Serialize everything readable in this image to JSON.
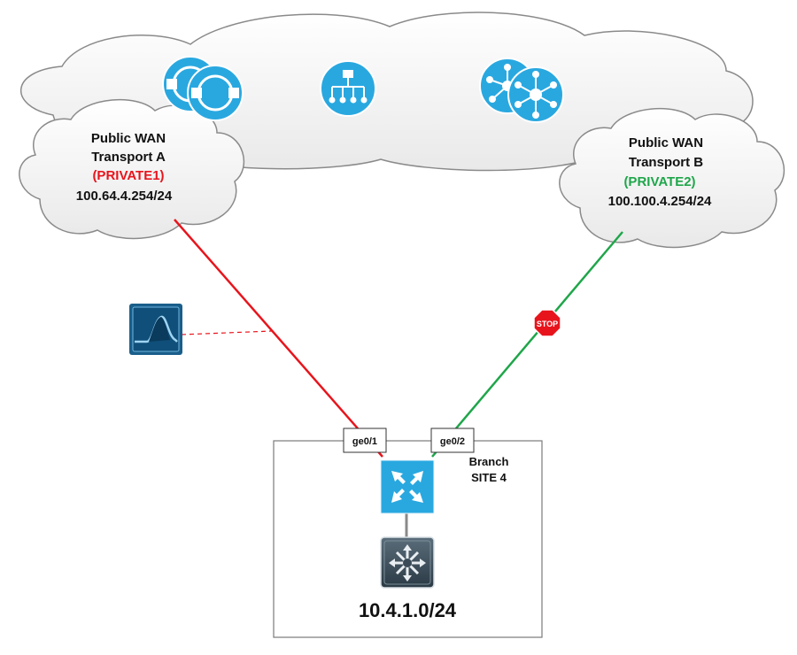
{
  "transport_a": {
    "line1": "Public WAN",
    "line2": "Transport A",
    "color_name": "(PRIVATE1)",
    "address": "100.64.4.254/24",
    "color_hex": "#e8141c"
  },
  "transport_b": {
    "line1": "Public WAN",
    "line2": "Transport B",
    "color_name": "(PRIVATE2)",
    "address": "100.100.4.254/24",
    "color_hex": "#1fa64a"
  },
  "interfaces": {
    "ge_a": "ge0/1",
    "ge_b": "ge0/2"
  },
  "branch": {
    "line1": "Branch",
    "line2": "SITE 4",
    "subnet": "10.4.1.0/24"
  },
  "stop_sign": {
    "label": "STOP"
  },
  "icons": {
    "controllers": "vsmart-controller-icon",
    "orchestrator": "vbond-orchestrator-icon",
    "manager": "vmanage-icon",
    "router": "router-icon",
    "switch": "layer3-switch-icon",
    "capture": "wireshark-capture-icon"
  },
  "colors": {
    "icon_blue": "#29a8e0",
    "capture_tap": "#e8141c"
  }
}
